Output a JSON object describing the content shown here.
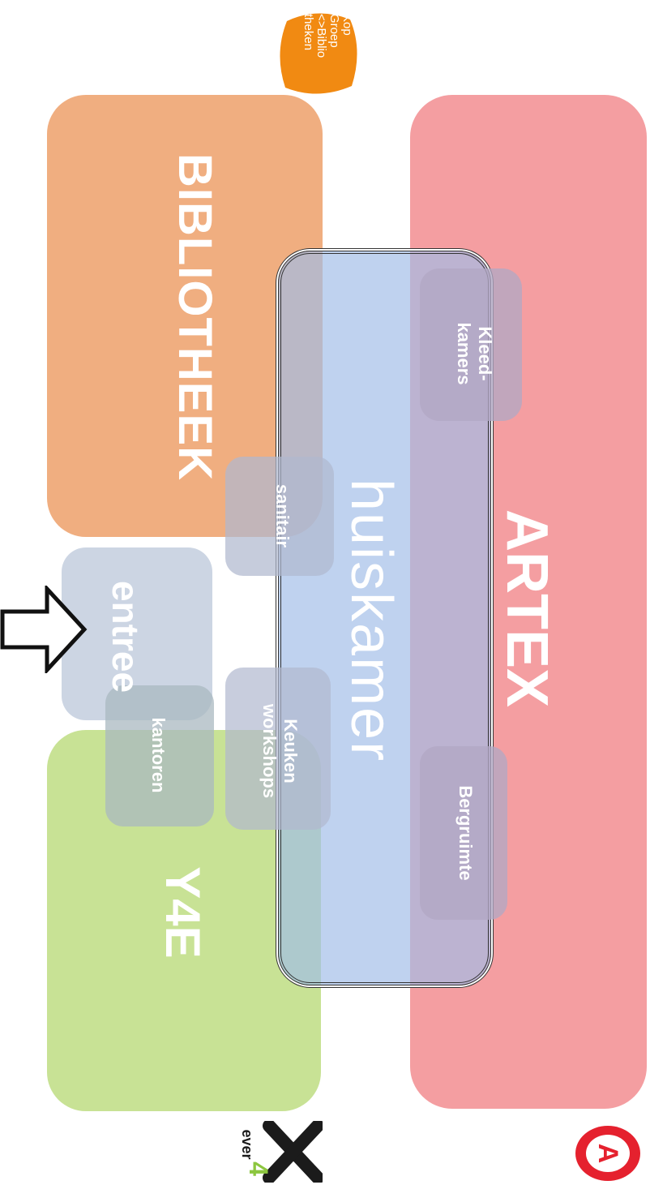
{
  "zones": {
    "artex": {
      "label": "ARTEX",
      "color": "#f49ea1"
    },
    "bibliotheek": {
      "label": "BIBLIOTHEEK",
      "color": "#f0ae80"
    },
    "y4e": {
      "label": "Y4E",
      "color": "#c8e295"
    },
    "huiskamer": {
      "label": "huiskamer",
      "color": "#b6c9e8"
    },
    "entree": {
      "label": "entree",
      "color": "#c9d2e2"
    }
  },
  "rooms": {
    "kleedkamers": {
      "line1": "Kleed-",
      "line2": "kamers"
    },
    "bergruimte": {
      "label": "Bergruimte"
    },
    "sanitair": {
      "label": "sanitair"
    },
    "keuken": {
      "line1": "Keuken",
      "line2": "workshops"
    },
    "kantoren": {
      "label": "kantoren"
    }
  },
  "logos": {
    "kop_groep": {
      "line1": "Kop",
      "line2": "Groep",
      "line3": "<>Biblio",
      "line4": "theken",
      "color": "#f18a12"
    },
    "ever4": {
      "text": "ever",
      "digit": "4"
    },
    "artex_logo": {
      "letter": "A",
      "color": "#e5212e"
    }
  },
  "icons": {
    "entrance_arrow": "arrow-right-outline"
  }
}
